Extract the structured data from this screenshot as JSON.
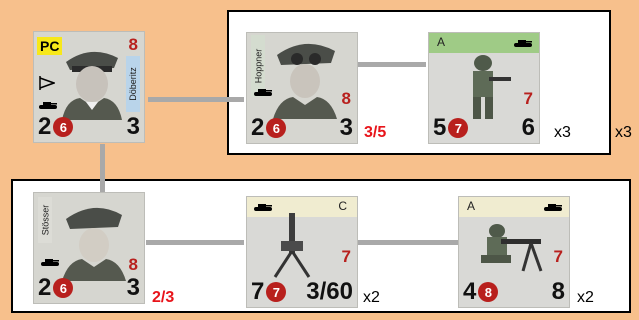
{
  "colors": {
    "background": "#f7c08c",
    "morale_red": "#b8201d",
    "highlight_red": "#e8141a",
    "pc_yellow": "#f7e81a",
    "connector": "#a9a9a9"
  },
  "leader_pc": {
    "badge": "PC",
    "morale": "8",
    "name": "Döberitz",
    "icon": "tank-icon",
    "flag_icon": "pennant-icon",
    "stat_left": "2",
    "stat_circle": "6",
    "stat_right": "3"
  },
  "top_group": {
    "multiplier": "x3",
    "leader": {
      "name": "Hoppner",
      "morale": "8",
      "stat_left": "2",
      "stat_circle": "6",
      "stat_right": "3",
      "extra": "3/5"
    },
    "squad": {
      "header": "A",
      "morale": "7",
      "stat_left": "5",
      "stat_circle": "7",
      "stat_right": "6",
      "count": "x3"
    }
  },
  "bottom_group": {
    "leader": {
      "name": "Stösser",
      "morale": "8",
      "stat_left": "2",
      "stat_circle": "6",
      "stat_right": "3",
      "extra": "2/3"
    },
    "weapon": {
      "header": "C",
      "morale": "7",
      "stat_left": "7",
      "stat_circle": "7",
      "stat_right": "3/60",
      "count": "x2"
    },
    "squad": {
      "header": "A",
      "morale": "7",
      "stat_left": "4",
      "stat_circle": "8",
      "stat_right": "8",
      "count": "x2"
    }
  }
}
